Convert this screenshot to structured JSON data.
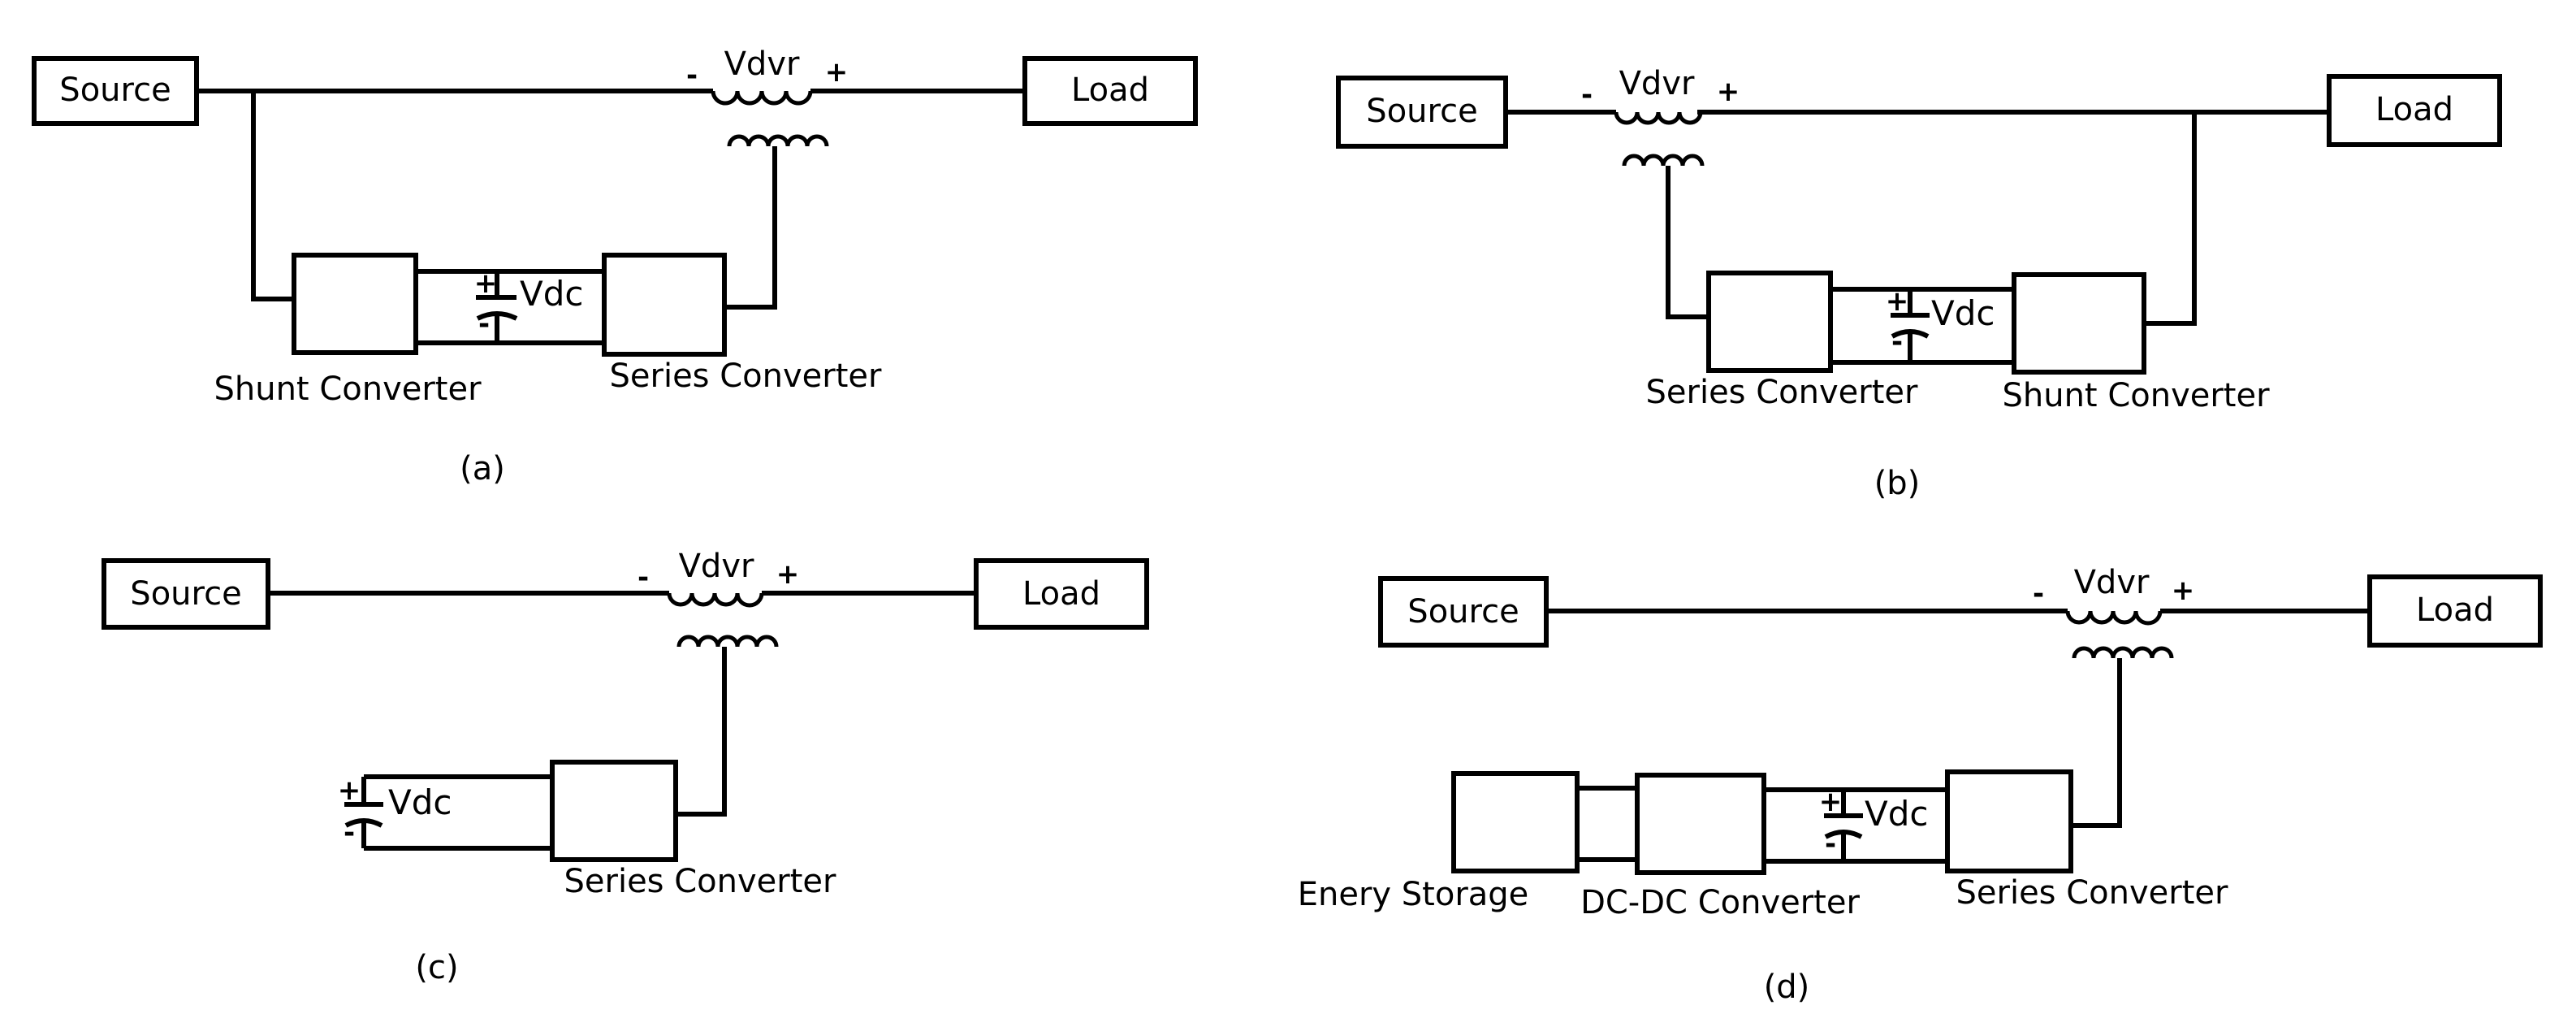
{
  "diagrams": {
    "a": {
      "caption": "(a)",
      "source": "Source",
      "load": "Load",
      "vdvr": "Vdvr",
      "vdc": "Vdc",
      "plus": "+",
      "minus": "-",
      "left_converter": "Shunt Converter",
      "right_converter": "Series Converter"
    },
    "b": {
      "caption": "(b)",
      "source": "Source",
      "load": "Load",
      "vdvr": "Vdvr",
      "vdc": "Vdc",
      "plus": "+",
      "minus": "-",
      "left_converter": "Series Converter",
      "right_converter": "Shunt Converter"
    },
    "c": {
      "caption": "(c)",
      "source": "Source",
      "load": "Load",
      "vdvr": "Vdvr",
      "vdc": "Vdc",
      "plus": "+",
      "minus": "-",
      "converter": "Series Converter"
    },
    "d": {
      "caption": "(d)",
      "source": "Source",
      "load": "Load",
      "vdvr": "Vdvr",
      "vdc": "Vdc",
      "plus": "+",
      "minus": "-",
      "storage": "Enery Storage",
      "dcdc": "DC-DC Converter",
      "converter": "Series Converter"
    }
  }
}
